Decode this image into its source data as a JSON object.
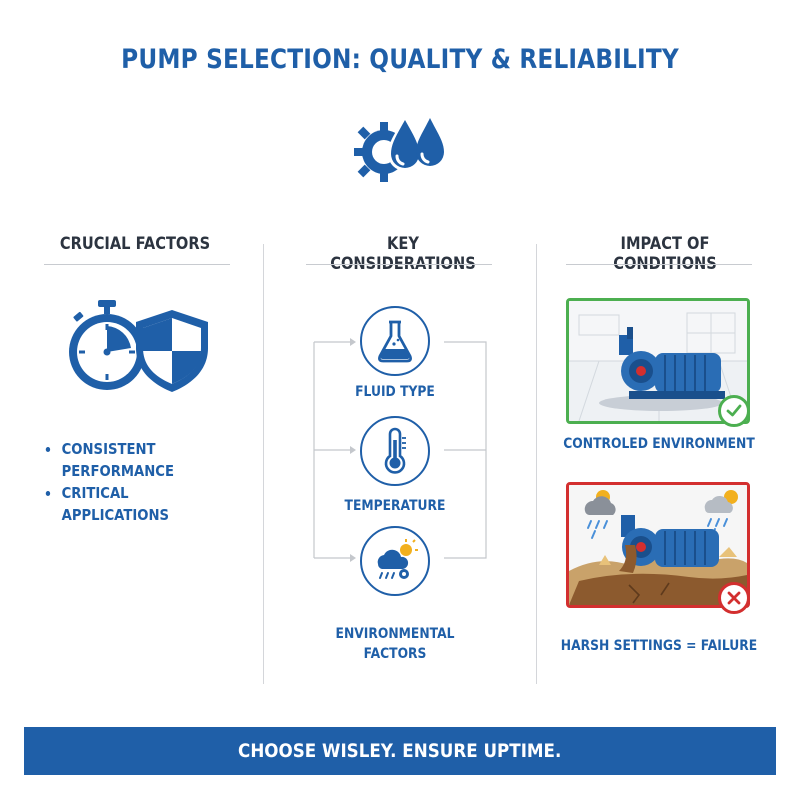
{
  "title": "PUMP SELECTION: QUALITY & RELIABILITY",
  "columns": {
    "crucial": {
      "heading": "CRUCIAL FACTORS",
      "bullets": [
        "CONSISTENT PERFORMANCE",
        "CRITICAL APPLICATIONS"
      ],
      "icons": [
        "stopwatch-icon",
        "shield-icon"
      ]
    },
    "considerations": {
      "heading": "KEY CONSIDERATIONS",
      "items": [
        {
          "label": "FLUID TYPE",
          "icon": "flask-icon"
        },
        {
          "label": "TEMPERATURE",
          "icon": "thermometer-icon"
        },
        {
          "label": "ENVIRONMENTAL FACTORS",
          "icon": "weather-icon"
        }
      ]
    },
    "impact": {
      "heading": "IMPACT OF CONDITIONS",
      "good_label": "CONTROLED ENVIRONMENT",
      "bad_label": "HARSH SETTINGS = FAILURE"
    }
  },
  "banner": "CHOOSE WISLEY. ENSURE UPTIME.",
  "colors": {
    "brand_blue": "#1f5fa8",
    "good_green": "#4caf50",
    "bad_red": "#d32f2f",
    "heading_gray": "#2c3440"
  }
}
